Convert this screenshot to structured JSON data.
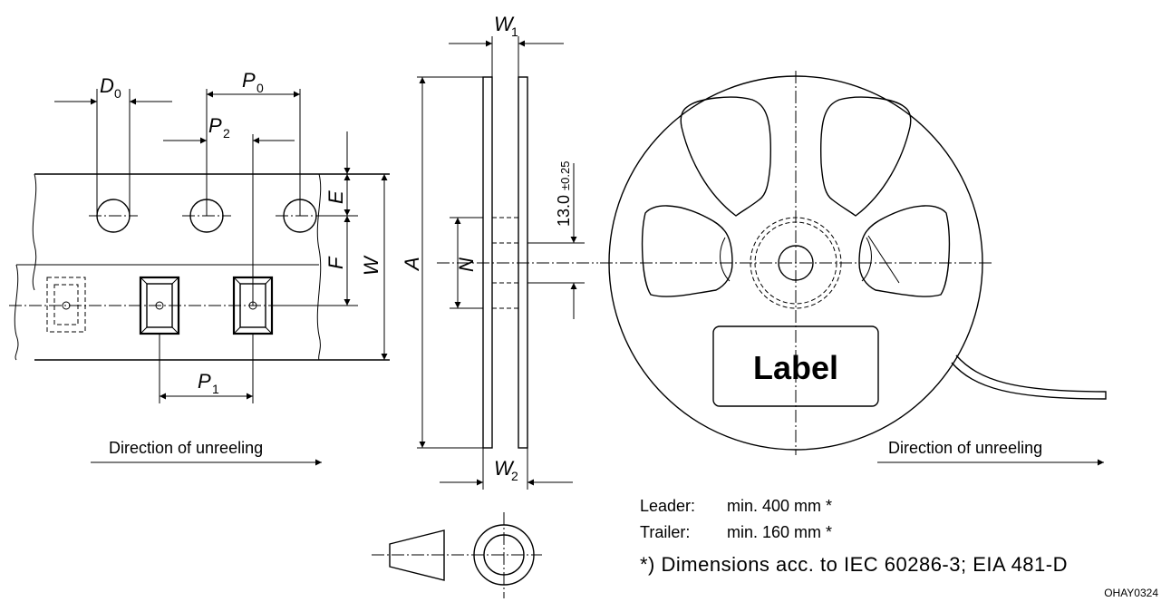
{
  "labels": {
    "d0": "D",
    "d0_sub": "0",
    "p0": "P",
    "p0_sub": "0",
    "p2": "P",
    "p2_sub": "2",
    "p1": "P",
    "p1_sub": "1",
    "e": "E",
    "f": "F",
    "w": "W",
    "a": "A",
    "n": "N",
    "w1": "W",
    "w1_sub": "1",
    "w2": "W",
    "w2_sub": "2",
    "hub_dim": "13.0",
    "hub_tol": "±0.25",
    "reel_label": "Label"
  },
  "direction_left": "Direction of unreeling",
  "direction_right": "Direction of unreeling",
  "leader_key": "Leader:",
  "leader_val": "min. 400 mm *",
  "trailer_key": "Trailer:",
  "trailer_val": "min. 160 mm *",
  "footnote": "*) Dimensions acc. to IEC 60286-3; EIA 481-D",
  "drawing_code": "OHAY0324"
}
